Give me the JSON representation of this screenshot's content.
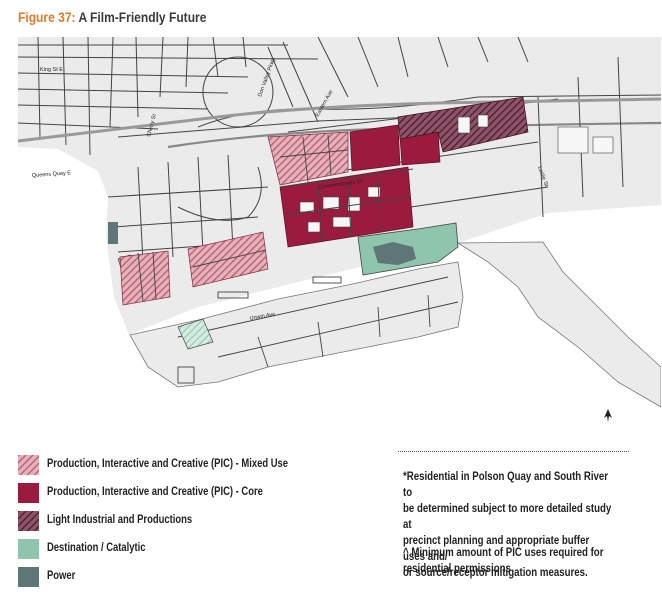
{
  "figure": {
    "label": "Figure 37:",
    "title": "A Film-Friendly Future"
  },
  "map": {
    "street_labels": [
      "King St E",
      "Eastern Ave",
      "Cherry St",
      "Don Valley Pkwy",
      "Queens Quay E",
      "Commissioners St",
      "Unwin Ave",
      "Leslie St"
    ],
    "north_arrow": "north-arrow",
    "colors": {
      "land": "#ebebeb",
      "water": "#ffffff",
      "streets": "#444444",
      "pic_mixed_use": "#c87382",
      "pic_core": "#9a1b3e",
      "light_industrial": "#6b2a42",
      "destination_catalytic": "#8ec5ac",
      "power": "#5f7676"
    }
  },
  "legend": {
    "items": [
      {
        "label": "Production, Interactive and Creative (PIC) - Mixed Use",
        "swatch": "hatched-mixed-use"
      },
      {
        "label": "Production, Interactive and Creative (PIC) - Core",
        "swatch": "solid-core"
      },
      {
        "label": "Light Industrial and Productions",
        "swatch": "hatched-light-industrial"
      },
      {
        "label": "Destination / Catalytic",
        "swatch": "solid-destination"
      },
      {
        "label": "Power",
        "swatch": "solid-power"
      }
    ]
  },
  "notes": {
    "residential": "*Residential in Polson Quay and South River to\nbe determined subject to more detailed study at\nprecinct planning and appropriate buffer uses and/\nor source/receptor mitigation measures.",
    "minimum": "^ Minimum amount of PIC uses required for\nresidential permissions"
  }
}
